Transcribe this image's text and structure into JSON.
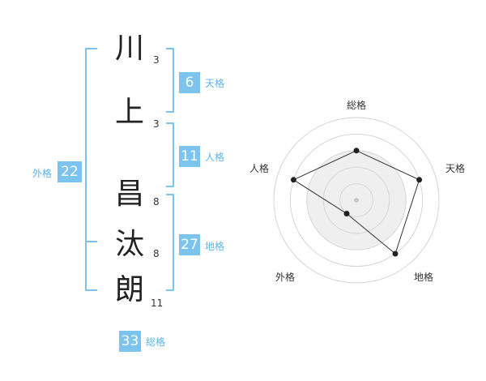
{
  "name": {
    "chars": [
      {
        "char": "川",
        "strokes": "3"
      },
      {
        "char": "上",
        "strokes": "3"
      },
      {
        "char": "昌",
        "strokes": "8"
      },
      {
        "char": "汰",
        "strokes": "8"
      },
      {
        "char": "朗",
        "strokes": "11"
      }
    ]
  },
  "kaku": {
    "tenkaku": {
      "value": "6",
      "label": "天格"
    },
    "jinkaku": {
      "value": "11",
      "label": "人格"
    },
    "chikaku": {
      "value": "27",
      "label": "地格"
    },
    "gaikaku": {
      "value": "22",
      "label": "外格"
    },
    "soukaku": {
      "value": "33",
      "label": "総格"
    }
  },
  "colors": {
    "accent": "#7cc4ee",
    "bracket": "#7cc4ee",
    "label": "#5ab4e8",
    "text": "#222222"
  },
  "chart_data": {
    "type": "radar",
    "axes": [
      "総格",
      "天格",
      "地格",
      "外格",
      "人格"
    ],
    "values": [
      3,
      4,
      4,
      1,
      4
    ],
    "rmax": 5,
    "rings": 5,
    "grid": true
  }
}
